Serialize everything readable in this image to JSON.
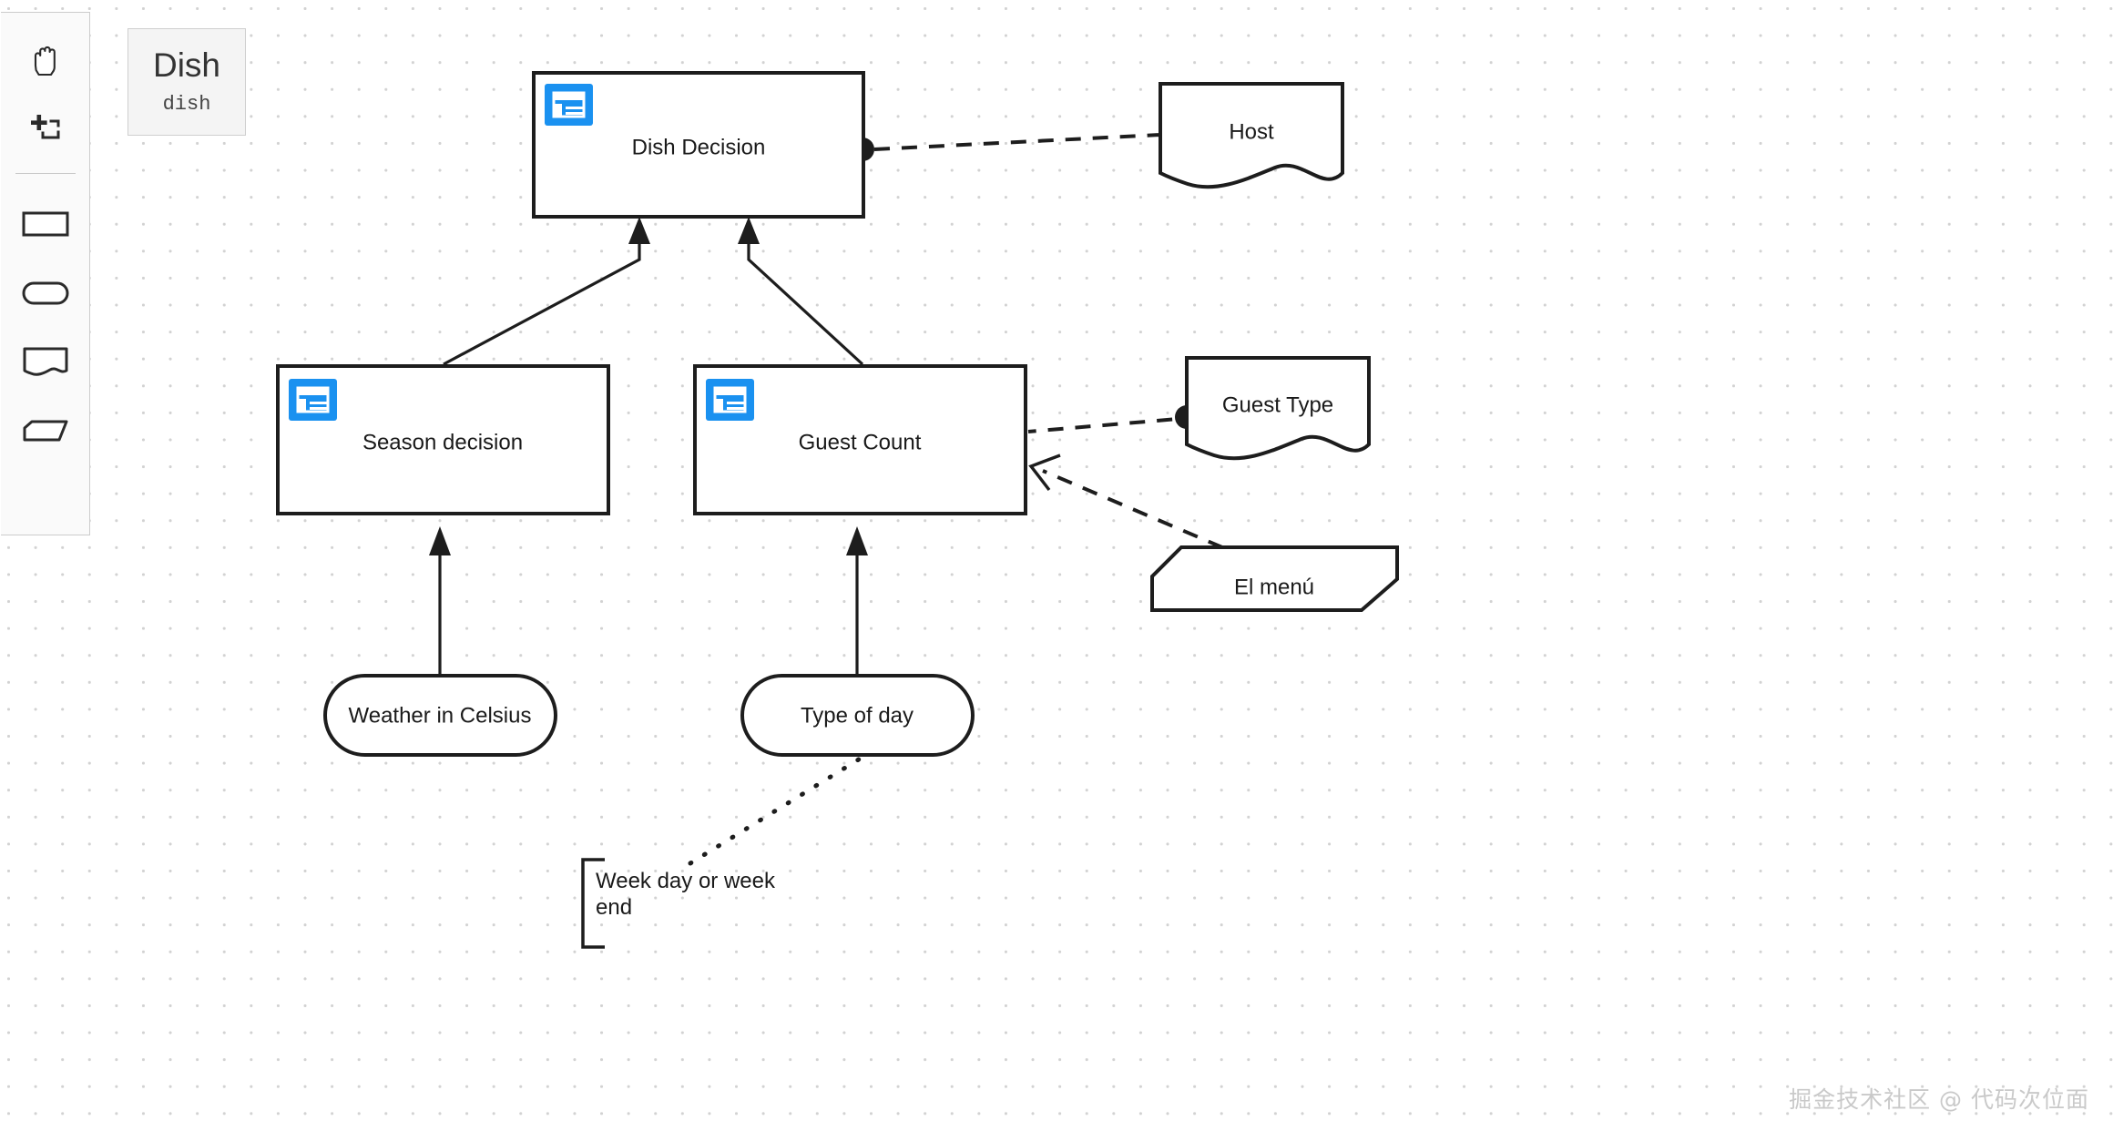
{
  "app": {
    "canvas_background": "#ffffff",
    "grid_dot_color": "#d2d2d2",
    "accent_color": "#1a91f0",
    "stroke_color": "#1d1d1d"
  },
  "definition": {
    "name": "Dish",
    "id": "dish"
  },
  "palette": {
    "tools": [
      {
        "name": "hand-tool",
        "icon": "hand-icon",
        "label": "Activate the hand tool"
      },
      {
        "name": "lasso-tool",
        "icon": "lasso-icon",
        "label": "Activate the lasso tool"
      }
    ],
    "elements": [
      {
        "name": "create-decision",
        "icon": "decision-rect-icon",
        "label": "Create decision"
      },
      {
        "name": "create-input-data",
        "icon": "input-data-pill-icon",
        "label": "Create input data"
      },
      {
        "name": "create-knowledge-source",
        "icon": "knowledge-source-icon",
        "label": "Create knowledge source"
      },
      {
        "name": "create-business-knowledge-model",
        "icon": "business-knowledge-model-icon",
        "label": "Create knowledge model"
      }
    ]
  },
  "diagram": {
    "nodes": [
      {
        "id": "dish-decision",
        "type": "decision",
        "label": "Dish Decision",
        "has_table_badge": true
      },
      {
        "id": "season-decision",
        "type": "decision",
        "label": "Season decision",
        "has_table_badge": true
      },
      {
        "id": "guest-count",
        "type": "decision",
        "label": "Guest Count",
        "has_table_badge": true
      },
      {
        "id": "host",
        "type": "knowledge-source",
        "label": "Host",
        "has_table_badge": false
      },
      {
        "id": "guest-type",
        "type": "knowledge-source",
        "label": "Guest Type",
        "has_table_badge": false
      },
      {
        "id": "el-menu",
        "type": "business-knowledge-model",
        "label": "El menú",
        "has_table_badge": false
      },
      {
        "id": "weather",
        "type": "input-data",
        "label": "Weather in Celsius",
        "has_table_badge": false
      },
      {
        "id": "type-of-day",
        "type": "input-data",
        "label": "Type of day",
        "has_table_badge": false
      }
    ],
    "annotations": [
      {
        "id": "week-annotation",
        "line1": "Week day or week",
        "line2": "end"
      }
    ],
    "edges": [
      {
        "id": "season-to-dish",
        "from": "season-decision",
        "to": "dish-decision",
        "kind": "information-requirement"
      },
      {
        "id": "guestcount-to-dish",
        "from": "guest-count",
        "to": "dish-decision",
        "kind": "information-requirement"
      },
      {
        "id": "weather-to-season",
        "from": "weather",
        "to": "season-decision",
        "kind": "information-requirement"
      },
      {
        "id": "typeofday-to-guestcount",
        "from": "type-of-day",
        "to": "guest-count",
        "kind": "information-requirement"
      },
      {
        "id": "host-to-dish",
        "from": "host",
        "to": "dish-decision",
        "kind": "authority-requirement"
      },
      {
        "id": "guesttype-to-guestcount",
        "from": "guest-type",
        "to": "guest-count",
        "kind": "authority-requirement"
      },
      {
        "id": "elmenu-to-guestcount",
        "from": "el-menu",
        "to": "guest-count",
        "kind": "knowledge-requirement"
      },
      {
        "id": "annotation-to-typeofday",
        "from": "week-annotation",
        "to": "type-of-day",
        "kind": "association"
      }
    ]
  },
  "watermark": {
    "text": "掘金技术社区 @ 代码次位面"
  }
}
